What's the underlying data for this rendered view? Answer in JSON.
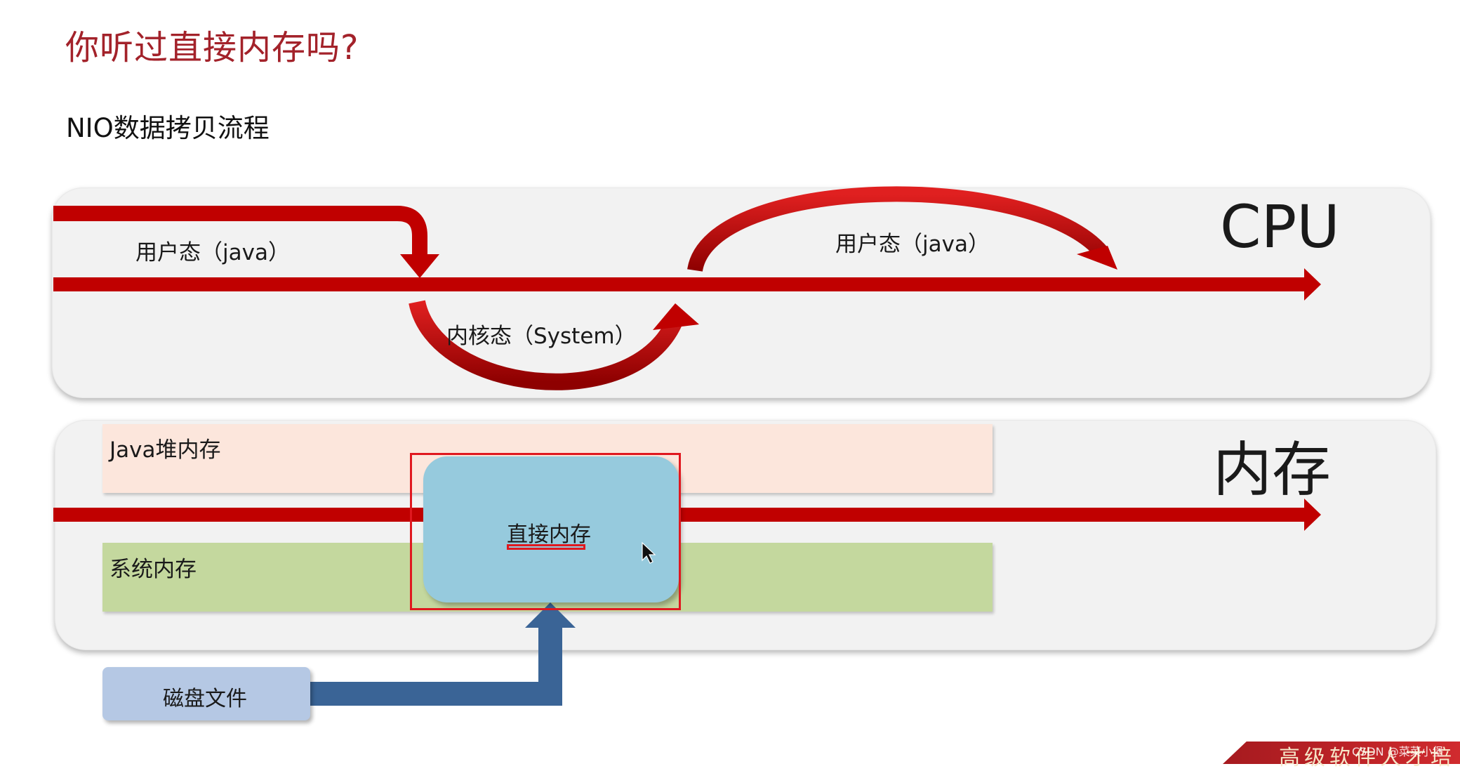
{
  "slide": {
    "title": "你听过直接内存吗?",
    "subtitle": "NIO数据拷贝流程"
  },
  "cpu_panel": {
    "name": "CPU",
    "user_mode_left": "用户态（java）",
    "user_mode_right": "用户态（java）",
    "kernel_mode": "内核态（System）"
  },
  "memory_panel": {
    "name": "内存",
    "java_heap": "Java堆内存",
    "system_memory": "系统内存",
    "direct_memory": "直接内存"
  },
  "disk": {
    "label": "磁盘文件"
  },
  "footer": {
    "banner": "高级软件人才培",
    "source": "CSDN @菜菜小堡"
  },
  "colors": {
    "arrow_red": "#c00000",
    "disk_arrow_blue": "#3a6496",
    "title_red": "#a3222a",
    "frame_red": "#e0181f"
  }
}
